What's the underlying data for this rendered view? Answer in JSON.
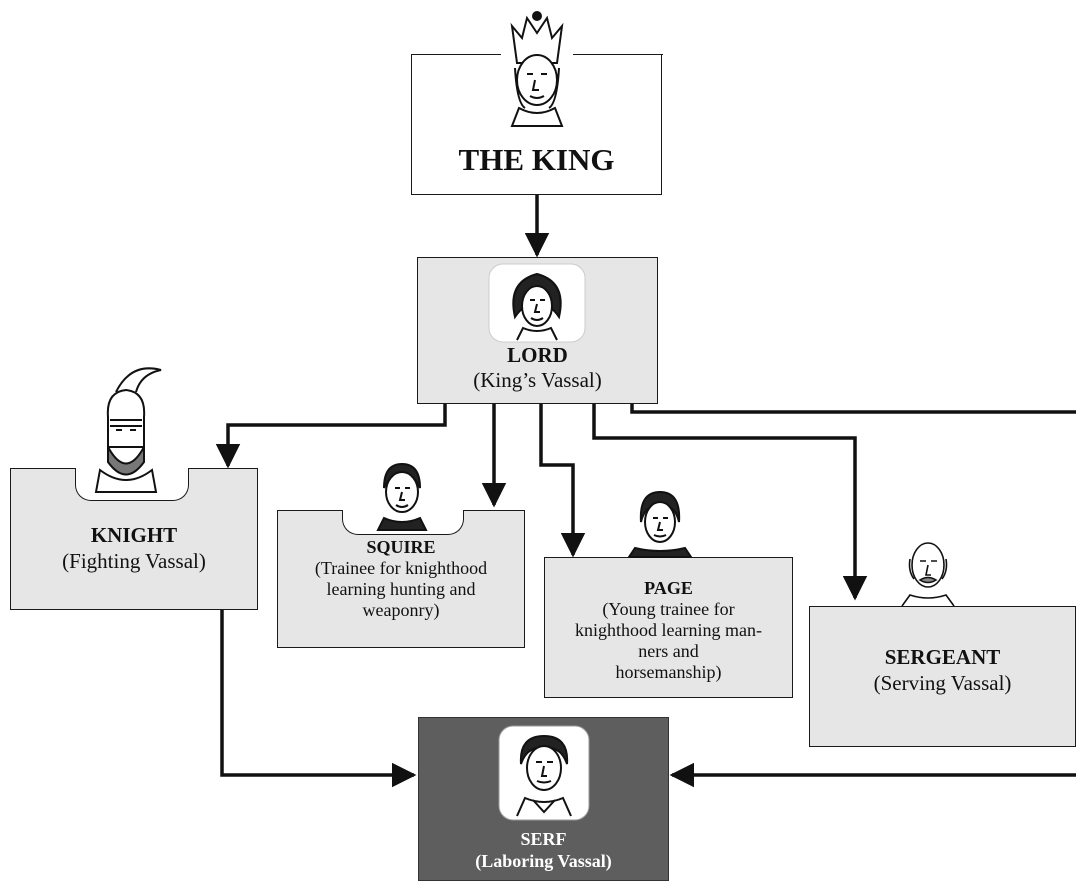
{
  "king": {
    "title": "THE KING"
  },
  "lord": {
    "title": "LORD",
    "subtitle": "(King’s Vassal)"
  },
  "knight": {
    "title": "KNIGHT",
    "subtitle": "(Fighting Vassal)"
  },
  "squire": {
    "title": "SQUIRE",
    "subtitle": [
      "(Trainee for knighthood",
      "learning hunting and",
      "weaponry)"
    ]
  },
  "page": {
    "title": "PAGE",
    "subtitle": [
      "(Young trainee for",
      "knighthood learning man-",
      "ners and",
      "horsemanship)"
    ]
  },
  "sergeant": {
    "title": "SERGEANT",
    "subtitle": "(Serving Vassal)"
  },
  "serf": {
    "title": "SERF",
    "subtitle": "(Laboring Vassal)"
  },
  "colors": {
    "box_fill": "#e6e6e6",
    "serf_fill": "#5e5e5e",
    "line": "#111111"
  }
}
